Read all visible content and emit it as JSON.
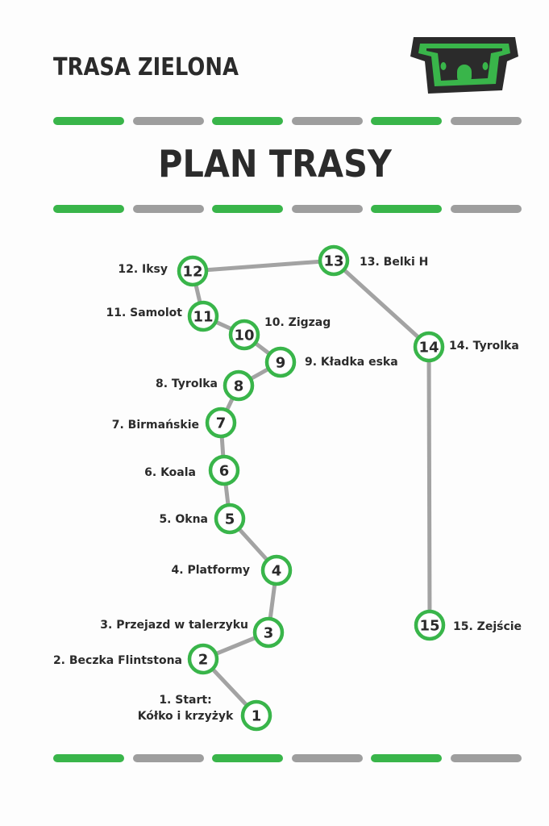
{
  "header": {
    "route_name": "TRASA ZIELONA",
    "plan_title": "PLAN TRASY"
  },
  "logo": {
    "icon": "koala-icon"
  },
  "colors": {
    "accent_green": "#39b54a",
    "divider_gray": "#9e9e9e",
    "connector_gray": "#a3a3a3",
    "text_dark": "#2b2b2b"
  },
  "dividers": {
    "pattern": [
      "green",
      "gray",
      "green",
      "gray",
      "green",
      "gray"
    ]
  },
  "route": {
    "stations": [
      {
        "num": "1",
        "label": [
          "1. Start:",
          "Kółko i krzyżyk"
        ]
      },
      {
        "num": "2",
        "label": [
          "2. Beczka Flintstona"
        ]
      },
      {
        "num": "3",
        "label": [
          "3. Przejazd w talerzyku"
        ]
      },
      {
        "num": "4",
        "label": [
          "4. Platformy"
        ]
      },
      {
        "num": "5",
        "label": [
          "5. Okna"
        ]
      },
      {
        "num": "6",
        "label": [
          "6. Koala"
        ]
      },
      {
        "num": "7",
        "label": [
          "7. Birmańskie"
        ]
      },
      {
        "num": "8",
        "label": [
          "8. Tyrolka"
        ]
      },
      {
        "num": "9",
        "label": [
          "9. Kładka eska"
        ]
      },
      {
        "num": "10",
        "label": [
          "10. Zigzag"
        ]
      },
      {
        "num": "11",
        "label": [
          "11. Samolot"
        ]
      },
      {
        "num": "12",
        "label": [
          "12. Iksy"
        ]
      },
      {
        "num": "13",
        "label": [
          "13. Belki H"
        ]
      },
      {
        "num": "14",
        "label": [
          "14. Tyrolka"
        ]
      },
      {
        "num": "15",
        "label": [
          "15. Zejście"
        ]
      }
    ]
  }
}
